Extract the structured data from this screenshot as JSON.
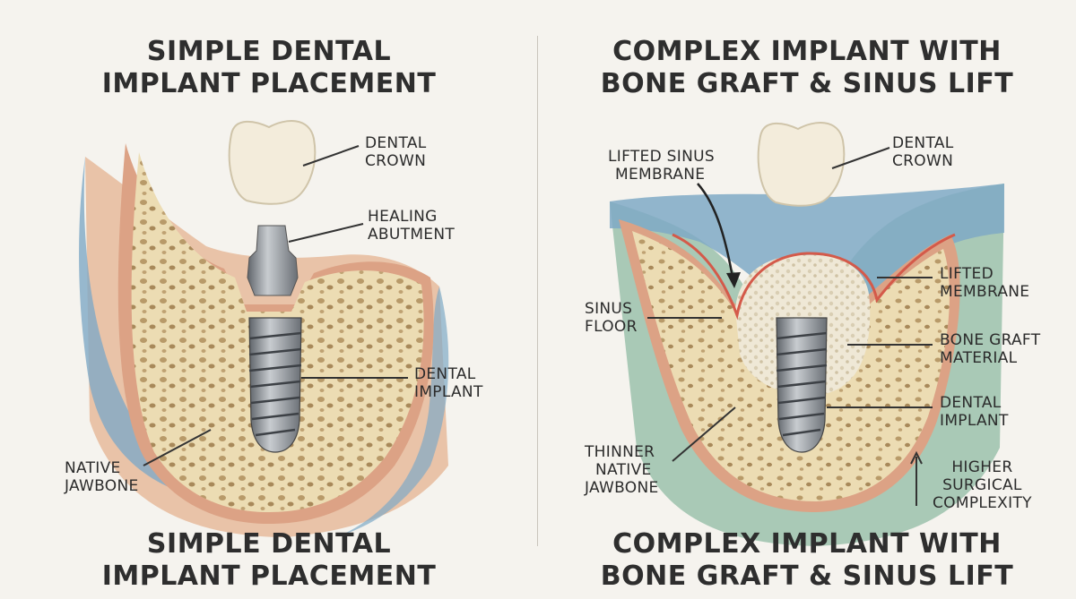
{
  "left": {
    "title_top": [
      "SIMPLE DENTAL",
      "IMPLANT PLACEMENT"
    ],
    "title_bottom": [
      "SIMPLE DENTAL",
      "IMPLANT PLACEMENT"
    ],
    "labels": {
      "crown": [
        "DENTAL",
        "CROWN"
      ],
      "abutment": [
        "HEALING",
        "ABUTMENT"
      ],
      "implant": [
        "DENTAL",
        "IMPLANT"
      ],
      "jawbone": [
        "NATIVE",
        "JAWBONE"
      ]
    }
  },
  "right": {
    "title_top": [
      "COMPLEX IMPLANT WITH",
      "BONE GRAFT & SINUS LIFT"
    ],
    "title_bottom": [
      "COMPLEX IMPLANT WITH",
      "BONE GRAFT & SINUS LIFT"
    ],
    "labels": {
      "crown": [
        "DENTAL",
        "CROWN"
      ],
      "sinus_membrane": [
        "LIFTED SINUS",
        "MEMBRANE"
      ],
      "lifted_membrane": [
        "LIFTED",
        "MEMBRANE"
      ],
      "sinus_floor": [
        "SINUS",
        "FLOOR"
      ],
      "bone_graft": [
        "BONE GRAFT",
        "MATERIAL"
      ],
      "implant": [
        "DENTAL",
        "IMPLANT"
      ],
      "thin_jawbone": [
        "THINNER",
        "NATIVE",
        "JAWBONE"
      ],
      "complexity": [
        "HIGHER",
        "SURGICAL",
        "COMPLEXITY"
      ]
    }
  },
  "colors": {
    "bone": "#eadcb4",
    "bone_pores": "#b49868",
    "gum": "#e3b59a",
    "cortical": "#d89b7a",
    "sinus": "#7fa9c6",
    "membrane": "#d45a4a",
    "graft": "#ece5d3",
    "metal": "#8c9196",
    "crown": "#f3ecdb"
  }
}
